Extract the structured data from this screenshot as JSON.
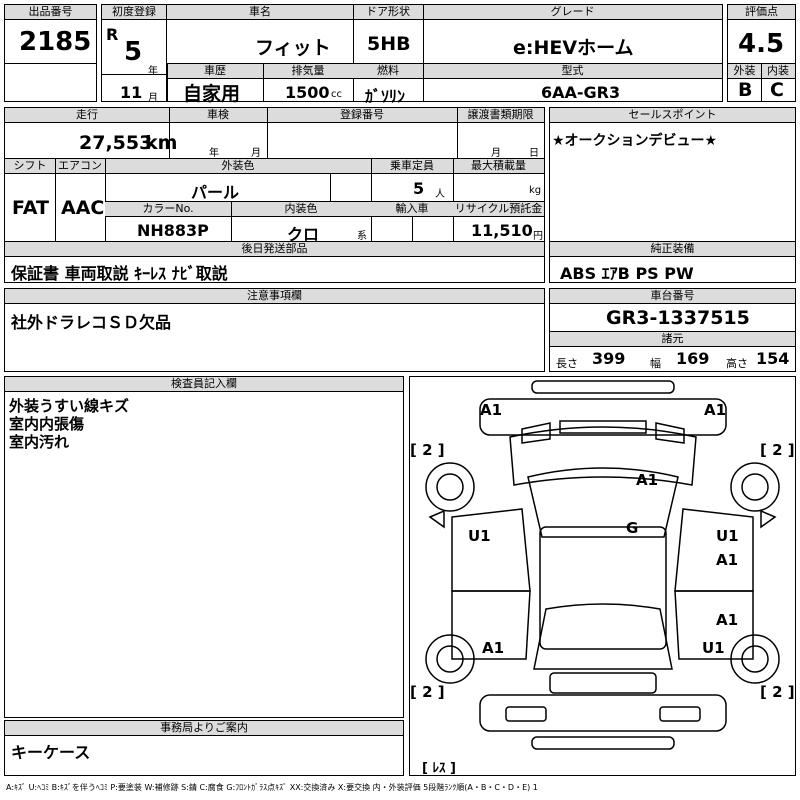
{
  "lot": {
    "label": "出品番号",
    "value": "2185"
  },
  "reg_first": {
    "label": "初度登録",
    "era": "R",
    "year": "5",
    "year_unit": "年",
    "month": "11",
    "month_unit": "月"
  },
  "car_name": {
    "label": "車名",
    "value": "フィット"
  },
  "door": {
    "label": "ドア形状",
    "value": "5HB"
  },
  "grade": {
    "label": "グレード",
    "value": "e:HEVホーム"
  },
  "score": {
    "label": "評価点",
    "value": "4.5"
  },
  "history": {
    "label": "車歴",
    "value": "自家用"
  },
  "displacement": {
    "label": "排気量",
    "value": "1500",
    "unit": "cc"
  },
  "fuel": {
    "label": "燃料",
    "value": "ｶﾞｿﾘﾝ"
  },
  "model": {
    "label": "型式",
    "value": "6AA-GR3"
  },
  "exterior_grade": {
    "label": "外装",
    "value": "B"
  },
  "interior_grade": {
    "label": "内装",
    "value": "C"
  },
  "mileage": {
    "label": "走行",
    "value": "27,553",
    "unit": "km"
  },
  "inspection": {
    "label": "車検",
    "year_unit": "年",
    "month_unit": "月"
  },
  "plate": {
    "label": "登録番号"
  },
  "transfer_deadline": {
    "label": "譲渡書類期限",
    "month_unit": "月",
    "day_unit": "日"
  },
  "sales_point": {
    "label": "セールスポイント",
    "text": "★オークションデビュー★"
  },
  "shift": {
    "label": "シフト",
    "value": "FAT"
  },
  "aircon": {
    "label": "エアコン",
    "value": "AAC"
  },
  "ext_color": {
    "label": "外装色",
    "value": "パール"
  },
  "capacity": {
    "label": "乗車定員",
    "value": "5",
    "unit": "人"
  },
  "max_load": {
    "label": "最大積載量",
    "unit": "kg"
  },
  "color_no": {
    "label": "カラーNo.",
    "value": "NH883P"
  },
  "int_color": {
    "label": "内装色",
    "value": "クロ",
    "unit": "系"
  },
  "import": {
    "label": "輸入車"
  },
  "recycle": {
    "label": "リサイクル預託金",
    "value": "11,510",
    "unit": "円"
  },
  "later_parts": {
    "label": "後日発送部品",
    "text": "保証書 車両取説 ｷｰﾚｽ ﾅﾋﾞ取説"
  },
  "genuine_equipment": {
    "label": "純正装備",
    "text": "ABS ｴｱB PS PW"
  },
  "caution": {
    "label": "注意事項欄",
    "text": "社外ドラレコＳＤ欠品"
  },
  "chassis": {
    "label": "車台番号",
    "value": "GR3-1337515"
  },
  "specs": {
    "label": "諸元",
    "length_label": "長さ",
    "length": "399",
    "width_label": "幅",
    "width": "169",
    "height_label": "高さ",
    "height": "154"
  },
  "inspector": {
    "label": "検査員記入欄",
    "lines": [
      "外装うすい線キズ",
      "室内内張傷",
      "室内汚れ"
    ]
  },
  "office": {
    "label": "事務局よりご案内",
    "text": "キーケース"
  },
  "diagram": {
    "marks": [
      "A1",
      "A1",
      "[ 2 ]",
      "[ 2 ]",
      "A1",
      "G",
      "U1",
      "U1",
      "A1",
      "A1",
      "A1",
      "U1",
      "[ 2 ]",
      "[ 2 ]",
      "[ ﾚｽ ]"
    ]
  },
  "legend": "A:ｷｽﾞ U:ﾍｺﾐ B:ｷｽﾞを伴うﾍｺﾐ P:要塗装 W:補修跡 S:錆 C:腐食 G:ﾌﾛﾝﾄｶﾞﾗｽ点ｷｽﾞ XX:交換済み X:要交換 内・外装評価 5段階ﾗﾝｸ順(A・B・C・D・E) 1"
}
